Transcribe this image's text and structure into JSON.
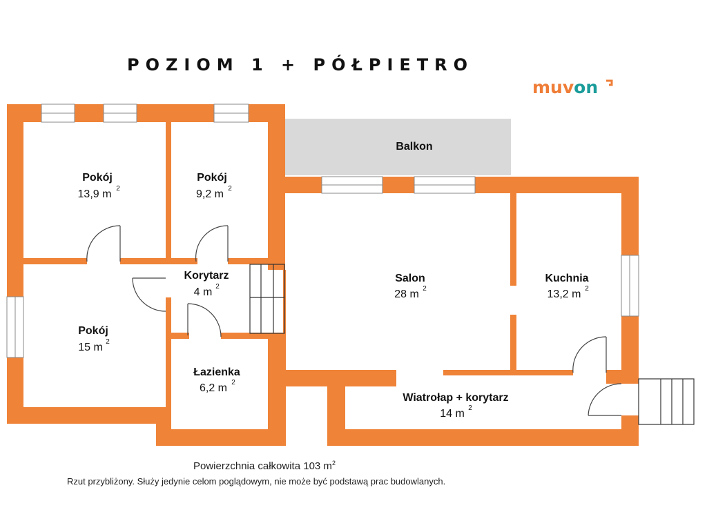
{
  "title": "POZIOM  1  + PÓŁPIETRO",
  "brand": {
    "part1": "muv",
    "part2": "on",
    "color_orange": "#ef7d37",
    "color_teal": "#1a9c9a"
  },
  "colors": {
    "wall": "#ef8338",
    "balcony": "#d9d9d9"
  },
  "rooms": [
    {
      "name": "Pokój",
      "area": "13,9 m",
      "sup": "2"
    },
    {
      "name": "Pokój",
      "area": "9,2 m",
      "sup": "2"
    },
    {
      "name": "Pokój",
      "area": "15 m",
      "sup": "2"
    },
    {
      "name": "Korytarz",
      "area": "4 m",
      "sup": "2"
    },
    {
      "name": "Łazienka",
      "area": "6,2 m",
      "sup": "2"
    },
    {
      "name": "Salon",
      "area": "28 m",
      "sup": "2"
    },
    {
      "name": "Kuchnia",
      "area": "13,2 m",
      "sup": "2"
    },
    {
      "name": "Wiatrołap + korytarz",
      "area": "14 m",
      "sup": "2"
    }
  ],
  "balcony": "Balkon",
  "total_area": {
    "text": "Powierzchnia całkowita 103 m",
    "sup": "2"
  },
  "disclaimer": "Rzut przybliżony. Służy jedynie celom poglądowym, nie może być podstawą prac budowlanych."
}
